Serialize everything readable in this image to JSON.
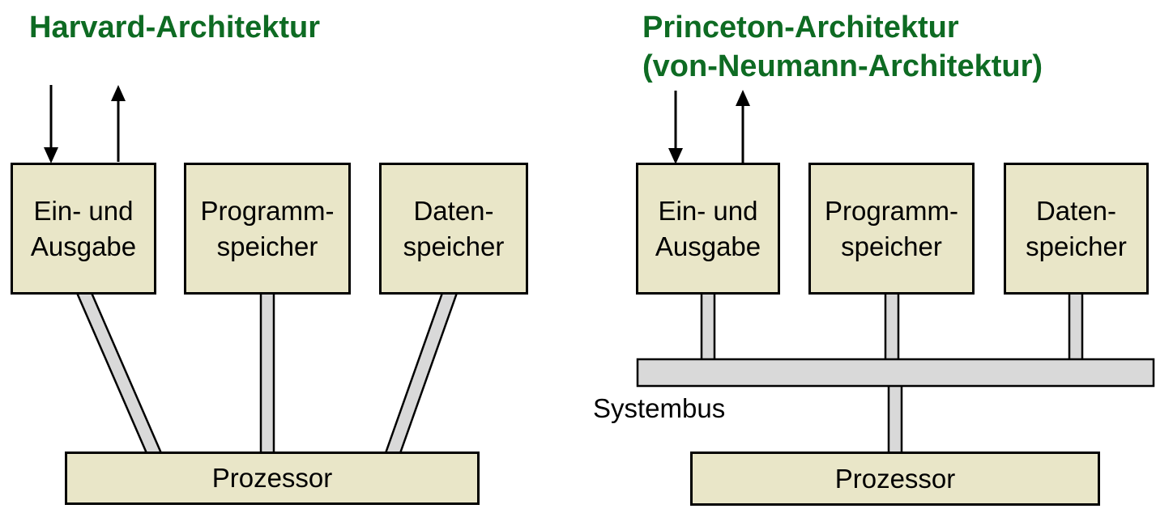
{
  "diagram": {
    "left": {
      "title": "Harvard-Architektur",
      "boxes": [
        {
          "line1": "Ein- und",
          "line2": "Ausgabe"
        },
        {
          "line1": "Programm-",
          "line2": "speicher"
        },
        {
          "line1": "Daten-",
          "line2": "speicher"
        }
      ],
      "processor": "Prozessor"
    },
    "right": {
      "title_line1": "Princeton-Architektur",
      "title_line2": "(von-Neumann-Architektur)",
      "boxes": [
        {
          "line1": "Ein- und",
          "line2": "Ausgabe"
        },
        {
          "line1": "Programm-",
          "line2": "speicher"
        },
        {
          "line1": "Daten-",
          "line2": "speicher"
        }
      ],
      "processor": "Prozessor",
      "bus_label": "Systembus"
    }
  },
  "colors": {
    "title_green": "#0e6b23",
    "box_fill": "#e9e6c8",
    "connector_fill": "#d9d9d9",
    "line_color": "#000000",
    "background": "#ffffff"
  }
}
